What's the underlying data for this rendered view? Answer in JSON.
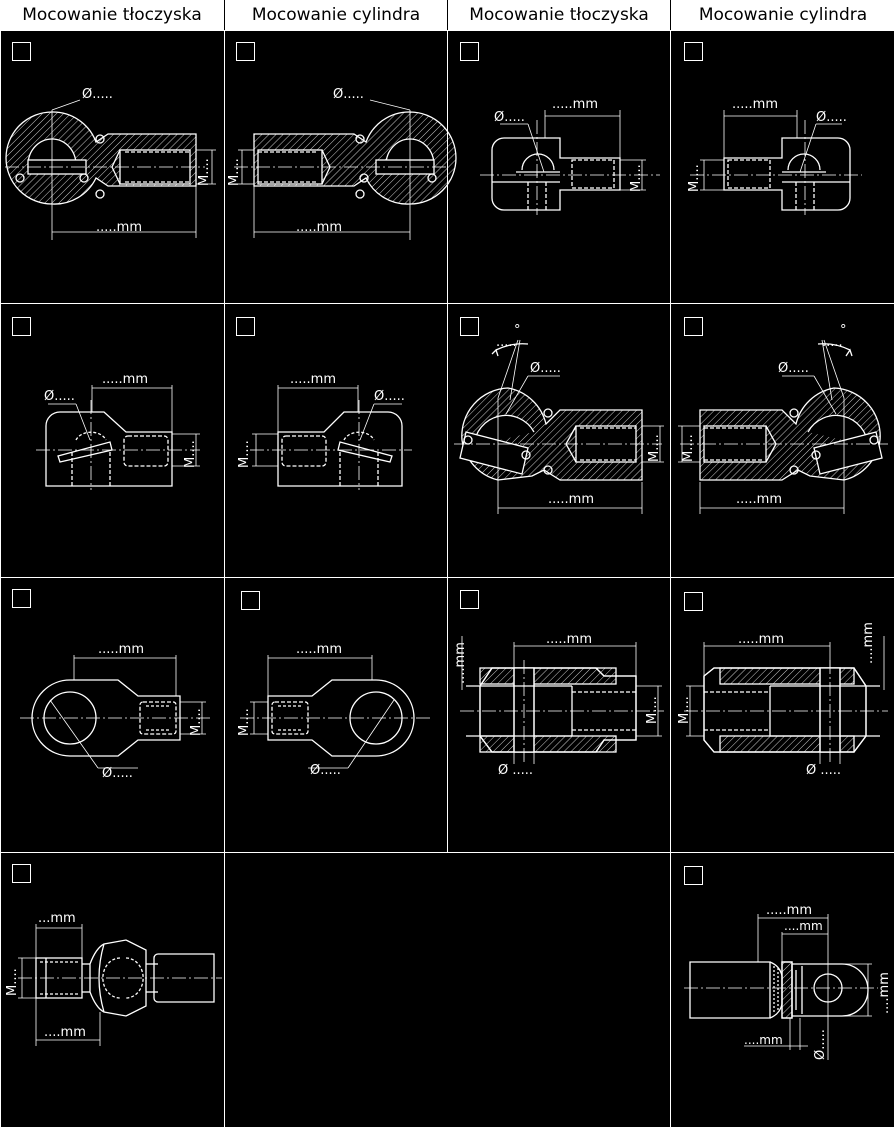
{
  "headers": [
    "Mocowanie tłoczyska",
    "Mocowanie cylindra",
    "Mocowanie tłoczyska",
    "Mocowanie cylindra"
  ],
  "labels": {
    "dia": "Ø.....",
    "dia_spaced": "Ø .....",
    "len": ".....mm",
    "len_short": "...mm",
    "len_four": "....mm",
    "thread": "M....",
    "angle": "°",
    "angle_dots": "....."
  }
}
